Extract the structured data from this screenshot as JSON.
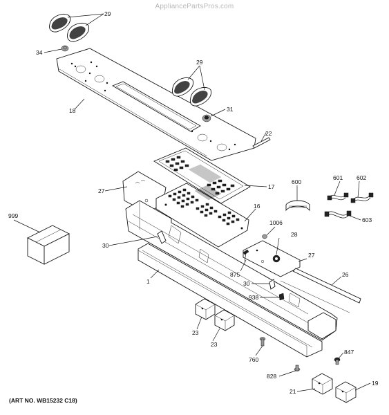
{
  "watermark": "AppliancePartsPros.com",
  "art_number": "(ART NO. WB15232 C18)",
  "callouts": [
    {
      "id": "c29a",
      "text": "29"
    },
    {
      "id": "c34",
      "text": "34"
    },
    {
      "id": "c18",
      "text": "18"
    },
    {
      "id": "c29b",
      "text": "29"
    },
    {
      "id": "c31",
      "text": "31"
    },
    {
      "id": "c22",
      "text": "22"
    },
    {
      "id": "c27a",
      "text": "27"
    },
    {
      "id": "c17",
      "text": "17"
    },
    {
      "id": "c600",
      "text": "600"
    },
    {
      "id": "c601",
      "text": "601"
    },
    {
      "id": "c602",
      "text": "602"
    },
    {
      "id": "c603",
      "text": "603"
    },
    {
      "id": "c999",
      "text": "999"
    },
    {
      "id": "c16",
      "text": "16"
    },
    {
      "id": "c1006",
      "text": "1006"
    },
    {
      "id": "c30a",
      "text": "30"
    },
    {
      "id": "c28",
      "text": "28"
    },
    {
      "id": "c27b",
      "text": "27"
    },
    {
      "id": "c875",
      "text": "875"
    },
    {
      "id": "c1",
      "text": "1"
    },
    {
      "id": "c26",
      "text": "26"
    },
    {
      "id": "c30b",
      "text": "30"
    },
    {
      "id": "c938",
      "text": "938"
    },
    {
      "id": "c23a",
      "text": "23"
    },
    {
      "id": "c23b",
      "text": "23"
    },
    {
      "id": "c847",
      "text": "847"
    },
    {
      "id": "c760",
      "text": "760"
    },
    {
      "id": "c828",
      "text": "828"
    },
    {
      "id": "c21",
      "text": "21"
    },
    {
      "id": "c19",
      "text": "19"
    }
  ]
}
